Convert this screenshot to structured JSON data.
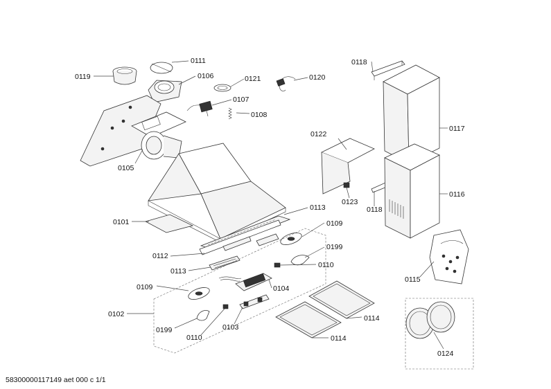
{
  "labels": {
    "l0101": "0101",
    "l0102": "0102",
    "l0103": "0103",
    "l0104": "0104",
    "l0105": "0105",
    "l0106": "0106",
    "l0107": "0107",
    "l0108": "0108",
    "l0109a": "0109",
    "l0109b": "0109",
    "l0110a": "0110",
    "l0110b": "0110",
    "l0111": "0111",
    "l0112": "0112",
    "l0113a": "0113",
    "l0113b": "0113",
    "l0114a": "0114",
    "l0114b": "0114",
    "l0115": "0115",
    "l0116": "0116",
    "l0117": "0117",
    "l0118a": "0118",
    "l0118b": "0118",
    "l0119": "0119",
    "l0120": "0120",
    "l0121": "0121",
    "l0122": "0122",
    "l0123": "0123",
    "l0124": "0124",
    "l0199a": "0199",
    "l0199b": "0199"
  },
  "footer": {
    "code": "58300000117149 aet 000 c 1/1"
  }
}
